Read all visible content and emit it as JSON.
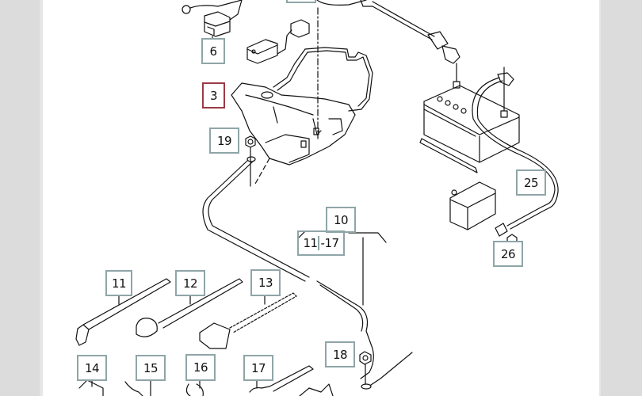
{
  "diagram": {
    "title": "Battery and cable parts exploded view",
    "selected_callout": "3",
    "colors": {
      "callout_border": "#8fa5a8",
      "callout_active_border": "#9b3a45",
      "background": "#ffffff",
      "sidebar": "#dcdcdc"
    },
    "callouts": [
      {
        "id": "6",
        "label": "6"
      },
      {
        "id": "3",
        "label": "3"
      },
      {
        "id": "19",
        "label": "19"
      },
      {
        "id": "25",
        "label": "25"
      },
      {
        "id": "10",
        "label": "10"
      },
      {
        "id": "11-17",
        "label_a": "11",
        "label_sep": "-",
        "label_b": "17"
      },
      {
        "id": "26",
        "label": "26"
      },
      {
        "id": "11",
        "label": "11"
      },
      {
        "id": "12",
        "label": "12"
      },
      {
        "id": "13",
        "label": "13"
      },
      {
        "id": "18",
        "label": "18"
      },
      {
        "id": "14",
        "label": "14"
      },
      {
        "id": "15",
        "label": "15"
      },
      {
        "id": "16",
        "label": "16"
      },
      {
        "id": "17",
        "label": "17"
      }
    ]
  }
}
